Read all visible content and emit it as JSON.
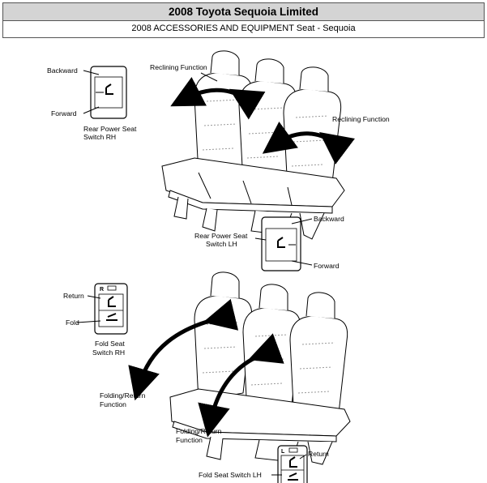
{
  "header": {
    "title": "2008 Toyota Sequoia Limited",
    "subtitle": "2008 ACCESSORIES AND EQUIPMENT Seat - Sequoia"
  },
  "diagram1": {
    "rh_switch": {
      "backward": "Backward",
      "forward": "Forward",
      "name_line1": "Rear Power Seat",
      "name_line2": "Switch RH"
    },
    "reclining_1": "Reclining Function",
    "reclining_2": "Reclining Function",
    "lh_switch": {
      "backward": "Backward",
      "forward": "Forward",
      "name_line1": "Rear Power Seat",
      "name_line2": "Switch LH"
    }
  },
  "diagram2": {
    "rh_switch": {
      "indicator": "R",
      "return": "Return",
      "fold": "Fold",
      "name_line1": "Fold Seat",
      "name_line2": "Switch RH"
    },
    "folding_1_line1": "Folding/Return",
    "folding_1_line2": "Function",
    "folding_2_line1": "Folding/Return",
    "folding_2_line2": "Function",
    "lh_switch": {
      "indicator": "L",
      "return": "Return",
      "name": "Fold Seat Switch LH"
    }
  }
}
